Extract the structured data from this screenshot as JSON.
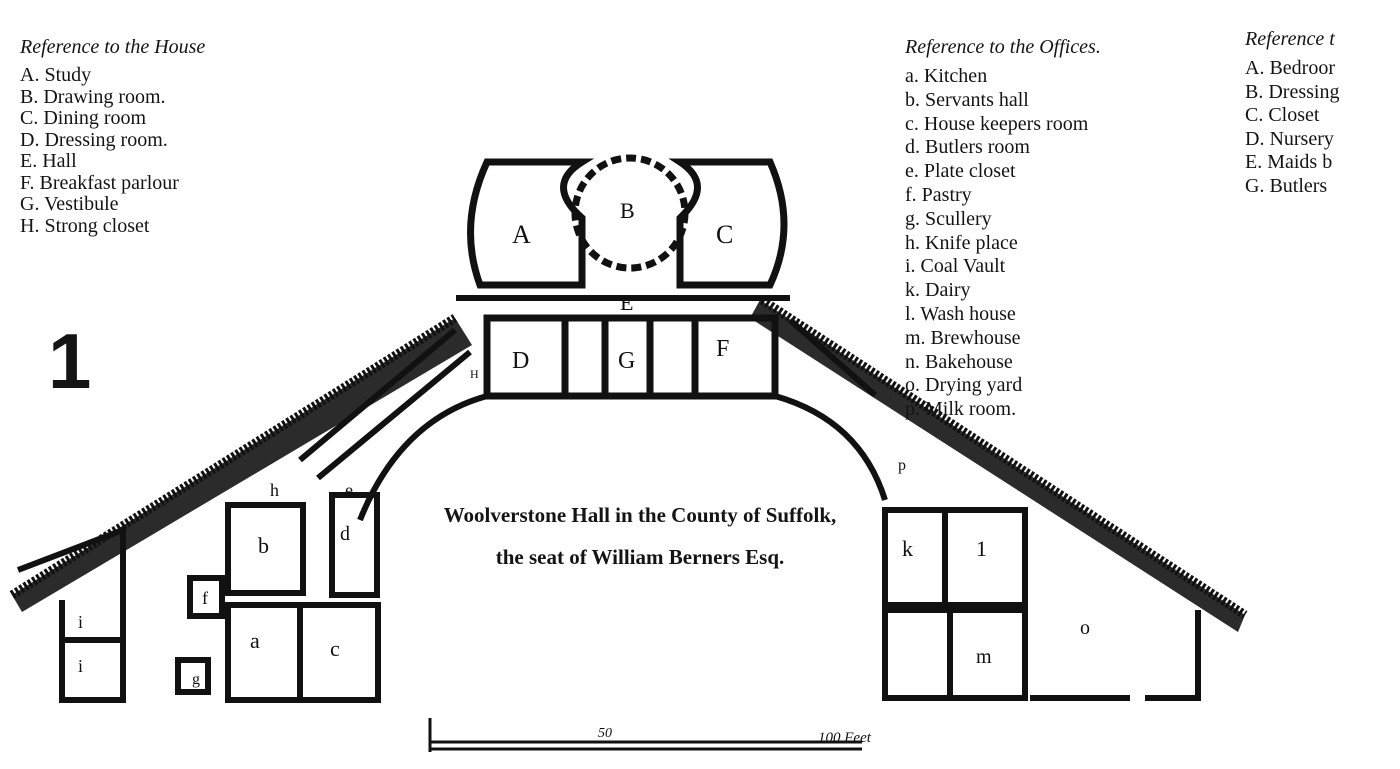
{
  "figure_number": "1",
  "house_reference": {
    "title": "Reference to the House",
    "items": [
      "A. Study",
      "B. Drawing room.",
      "C. Dining room",
      "D. Dressing room.",
      "E. Hall",
      "F. Breakfast parlour",
      "G. Vestibule",
      "H. Strong closet"
    ]
  },
  "offices_reference": {
    "title": "Reference to the Offices.",
    "items": [
      "a. Kitchen",
      "b. Servants hall",
      "c. House keepers room",
      "d. Butlers room",
      "e. Plate closet",
      "f. Pastry",
      "g. Scullery",
      "h. Knife place",
      "i. Coal Vault",
      "k. Dairy",
      "l. Wash house",
      "m. Brewhouse",
      "n. Bakehouse",
      "o. Drying yard",
      "p. Milk room."
    ]
  },
  "third_reference": {
    "title": "Reference t",
    "items": [
      "A. Bedroor",
      "B. Dressing",
      "C. Closet",
      "D. Nursery",
      "E. Maids b",
      "G. Butlers"
    ]
  },
  "caption": {
    "line1": "Woolverstone Hall in the County of Suffolk,",
    "line2": "the seat of William Berners Esq."
  },
  "plan_labels": {
    "A": "A",
    "B": "B",
    "C": "C",
    "D": "D",
    "E": "E",
    "F": "F",
    "G": "G",
    "H": "H",
    "a": "a",
    "b": "b",
    "c": "c",
    "d": "d",
    "e": "e",
    "f": "f",
    "g": "g",
    "h": "h",
    "i1": "i",
    "i2": "i",
    "k": "k",
    "l": "1",
    "m": "m",
    "o": "o",
    "p": "p"
  },
  "scale": {
    "mid": "50",
    "end": "100 Feet"
  }
}
